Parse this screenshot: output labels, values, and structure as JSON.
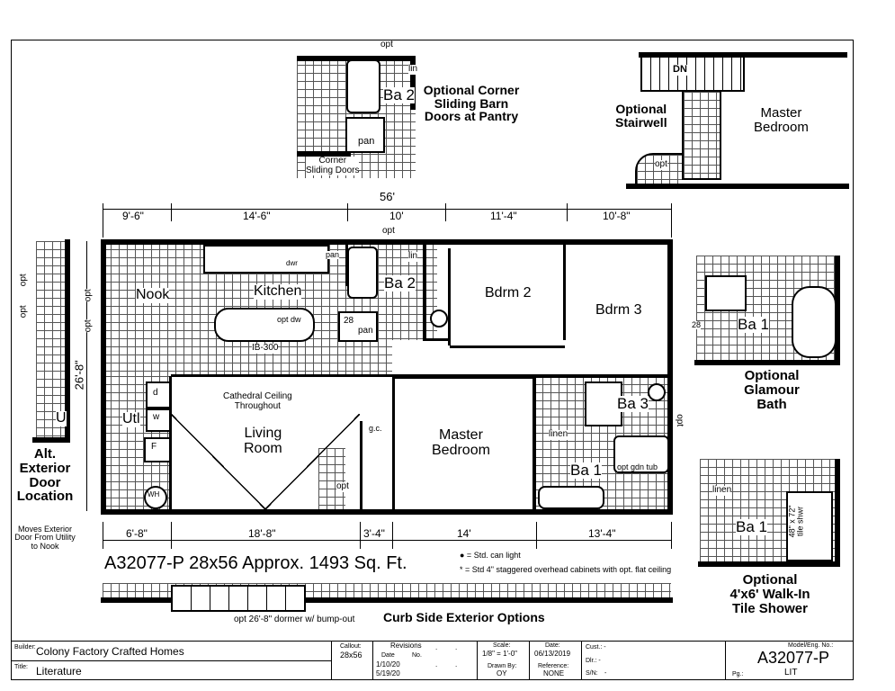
{
  "plan": {
    "model_title": "A32077-P 28x56  Approx. 1493 Sq. Ft.",
    "overall_width": "56'",
    "top_dims": [
      "9'-6\"",
      "14'-6\"",
      "10'",
      "11'-4\"",
      "10'-8\""
    ],
    "bottom_dims": [
      "6'-8\"",
      "18'-8\"",
      "3'-4\"",
      "14'",
      "13'-4\""
    ],
    "side_dim": "26'-8\"",
    "opt": "opt",
    "rooms": {
      "nook": "Nook",
      "kitchen": "Kitchen",
      "ba2": "Ba 2",
      "lin": "lin",
      "pan": "pan",
      "pan_num": "28",
      "bdrm2": "Bdrm 2",
      "bdrm3": "Bdrm 3",
      "ba3": "Ba 3",
      "master": "Master\nBedroom",
      "ba1": "Ba 1",
      "linen": "linen",
      "opt_gdn_tub": "opt gdn tub",
      "living": "Living\nRoom",
      "utl": "Utl",
      "cathedral": "Cathedral Ceiling\nThroughout",
      "island": "IB-300",
      "opt_dw": "opt dw",
      "dwr": "dwr",
      "gc": "g.c.",
      "d": "d",
      "w": "w",
      "f": "F",
      "wh": "WH"
    },
    "legend": {
      "can_light": "● = Std. can light",
      "cabinets": "* = Std 4\" staggered overhead cabinets with opt. flat ceiling"
    }
  },
  "options": {
    "pantry_doors": "Optional Corner\nSliding Barn\nDoors at Pantry",
    "corner_sliding": "Corner\nSliding Doors",
    "stairwell": "Optional\nStairwell",
    "dn": "DN",
    "master": "Master\nBedroom",
    "glamour_bath": "Optional\nGlamour\nBath",
    "walkin_shower": "Optional\n4'x6' Walk-In\nTile Shower",
    "tile_shwr": "48\" x 72\"\ntile shwr",
    "alt_door": "Alt.\nExterior\nDoor\nLocation",
    "alt_door_note": "Moves Exterior\nDoor From Utility\nto Nook",
    "u": "U",
    "curb_side": "Curb Side Exterior Options",
    "dormer": "opt 26'-8\" dormer w/ bump-out"
  },
  "title_block": {
    "builder_label": "Builder:",
    "builder": "Colony Factory Crafted Homes",
    "title_label": "Title:",
    "title": "Literature",
    "callout_label": "Callout:",
    "callout": "28x56",
    "revisions_label": "Revisions",
    "date_col": "Date",
    "no_col": "No.",
    "rev_dates": [
      "1/10/20",
      "5/19/20"
    ],
    "scale_label": "Scale:",
    "scale": "1/8\" = 1'-0\"",
    "drawn_label": "Drawn By:",
    "drawn": "OY",
    "date_label": "Date:",
    "date": "06/13/2019",
    "reference_label": "Reference:",
    "reference": "NONE",
    "cust_label": "Cust.: -",
    "dlr_label": "Dlr.: -",
    "sn_label": "S/N:",
    "sn": "-",
    "model_label": "Model/Eng. No.:",
    "model": "A32077-P",
    "pg_label": "Pg.:",
    "pg": "LIT",
    "dot": "."
  }
}
